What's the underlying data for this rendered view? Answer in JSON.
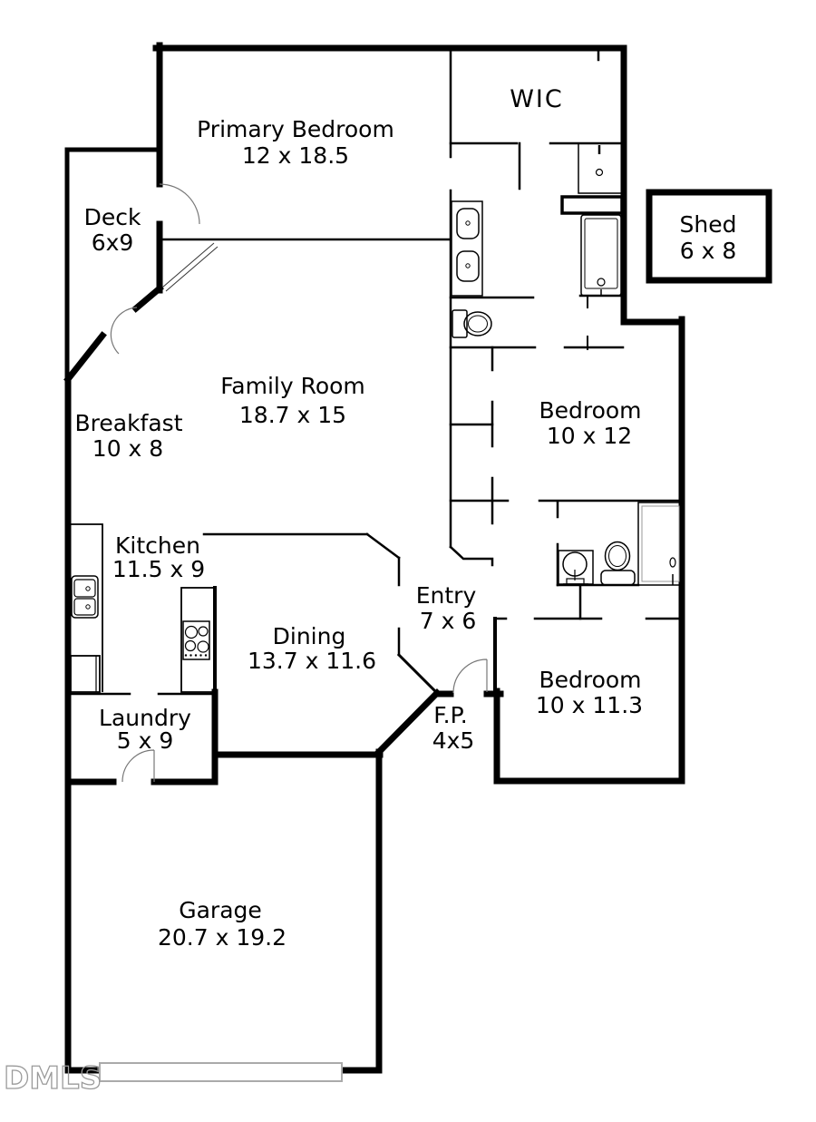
{
  "plan": {
    "rooms": [
      {
        "id": "primary_bedroom",
        "name": "Primary Bedroom",
        "dims": "12 x 18.5"
      },
      {
        "id": "wic",
        "name": "WIC",
        "dims": ""
      },
      {
        "id": "shed",
        "name": "Shed",
        "dims": "6 x 8"
      },
      {
        "id": "deck",
        "name": "Deck",
        "dims": "6x9"
      },
      {
        "id": "family_room",
        "name": "Family Room",
        "dims": "18.7 x 15"
      },
      {
        "id": "breakfast",
        "name": "Breakfast",
        "dims": "10 x 8"
      },
      {
        "id": "bedroom_2",
        "name": "Bedroom",
        "dims": "10 x 12"
      },
      {
        "id": "kitchen",
        "name": "Kitchen",
        "dims": "11.5 x 9"
      },
      {
        "id": "entry",
        "name": "Entry",
        "dims": "7 x 6"
      },
      {
        "id": "dining",
        "name": "Dining",
        "dims": "13.7 x 11.6"
      },
      {
        "id": "bedroom_3",
        "name": "Bedroom",
        "dims": "10 x 11.3"
      },
      {
        "id": "laundry",
        "name": "Laundry",
        "dims": "5 x 9"
      },
      {
        "id": "fireplace",
        "name": "F.P.",
        "dims": "4x5"
      },
      {
        "id": "garage",
        "name": "Garage",
        "dims": "20.7 x 19.2"
      }
    ],
    "watermark": "DMLS",
    "colors": {
      "walls": "#000000",
      "door_arc": "#777777",
      "fixture_light": "#999999",
      "watermark": "#9a9a9a",
      "background": "#ffffff"
    },
    "fixture_icons": [
      "kitchen-sink-icon",
      "range-burners-icon",
      "dishwasher-icon",
      "double-vanity-sinks-icon",
      "toilet-icon",
      "shower-stall-icon",
      "bathtub-icon",
      "linen-shelf-icon",
      "pedestal-sink-icon",
      "toilet-2-icon",
      "shower-2-icon",
      "garage-door-icon"
    ]
  }
}
